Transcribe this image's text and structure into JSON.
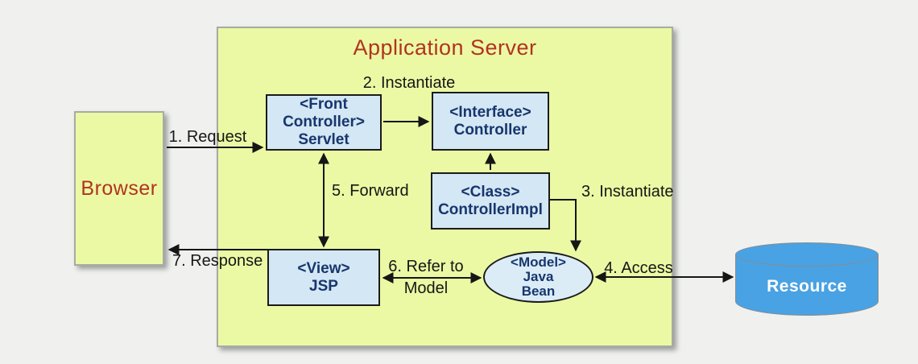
{
  "diagram": {
    "title": "MVC / Front Controller request flow",
    "colors": {
      "background": "#f0f1ef",
      "container_fill": "#ebf9a4",
      "container_border": "#a6aba2",
      "container_text_red": "#b23320",
      "node_fill": "#d4e7f4",
      "node_border": "#1b1b1b",
      "node_text_navy": "#17366d",
      "resource_fill": "#49a2e3",
      "resource_text": "#ffffff",
      "arrow_color": "#161616"
    }
  },
  "nodes": {
    "browser": {
      "label": "Browser"
    },
    "app_server": {
      "title": "Application Server"
    },
    "servlet": {
      "lines": [
        "<Front",
        "Controller>",
        "Servlet"
      ]
    },
    "controller": {
      "lines": [
        "<Interface>",
        "Controller"
      ]
    },
    "controller_impl": {
      "lines": [
        "<Class>",
        "ControllerImpl"
      ]
    },
    "jsp": {
      "lines": [
        "<View>",
        "JSP"
      ]
    },
    "model": {
      "lines": [
        "<Model>",
        "Java",
        "Bean"
      ]
    },
    "resource": {
      "label": "Resource"
    }
  },
  "arrows": {
    "request": "1. Request",
    "instantiate2": "2. Instantiate",
    "instantiate3": "3. Instantiate",
    "access": "4. Access",
    "forward": "5. Forward",
    "refer_line1": "6. Refer to",
    "refer_line2": "Model",
    "response": "7. Response"
  }
}
